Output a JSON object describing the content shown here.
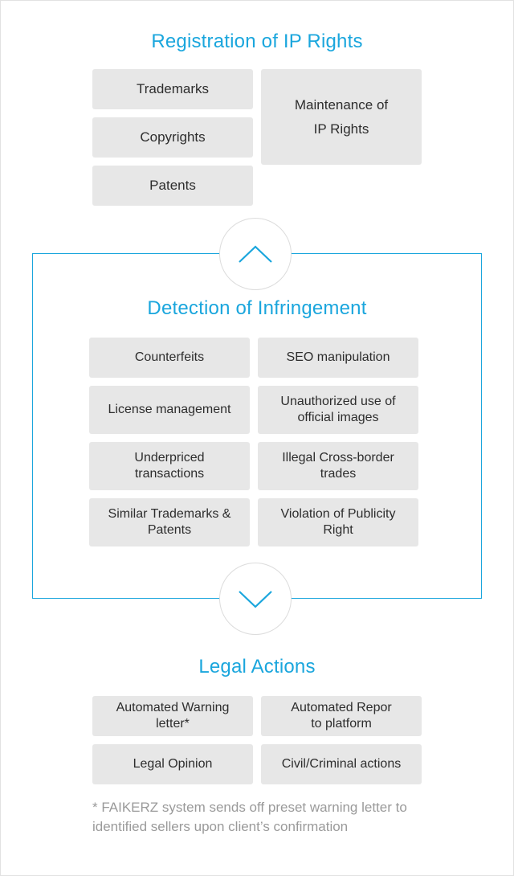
{
  "sections": {
    "registration": {
      "title": "Registration of IP Rights",
      "items": [
        "Trademarks",
        "Copyrights",
        "Patents"
      ],
      "maintenance": "Maintenance of\nIP Rights"
    },
    "detection": {
      "title": "Detection of Infringement",
      "items": [
        "Counterfeits",
        "SEO manipulation",
        "License management",
        "Unauthorized use of\nofficial images",
        "Underpriced\ntransactions",
        "Illegal Cross-border\ntrades",
        "Similar Trademarks &\nPatents",
        "Violation of Publicity\nRight"
      ]
    },
    "legal": {
      "title": "Legal Actions",
      "items": [
        "Automated Warning\nletter*",
        "Automated Repor\nto platform",
        "Legal Opinion",
        "Civil/Criminal actions"
      ],
      "footnote": "* FAIKERZ system sends off preset warning letter to\nidentified sellers upon client’s confirmation"
    }
  },
  "icons": {
    "up": "chevron-up-icon",
    "down": "chevron-down-icon"
  },
  "colors": {
    "accent": "#1aa6dd",
    "box": "#e7e7e7",
    "text": "#2d2d2d",
    "footnote": "#9a9a9a"
  }
}
